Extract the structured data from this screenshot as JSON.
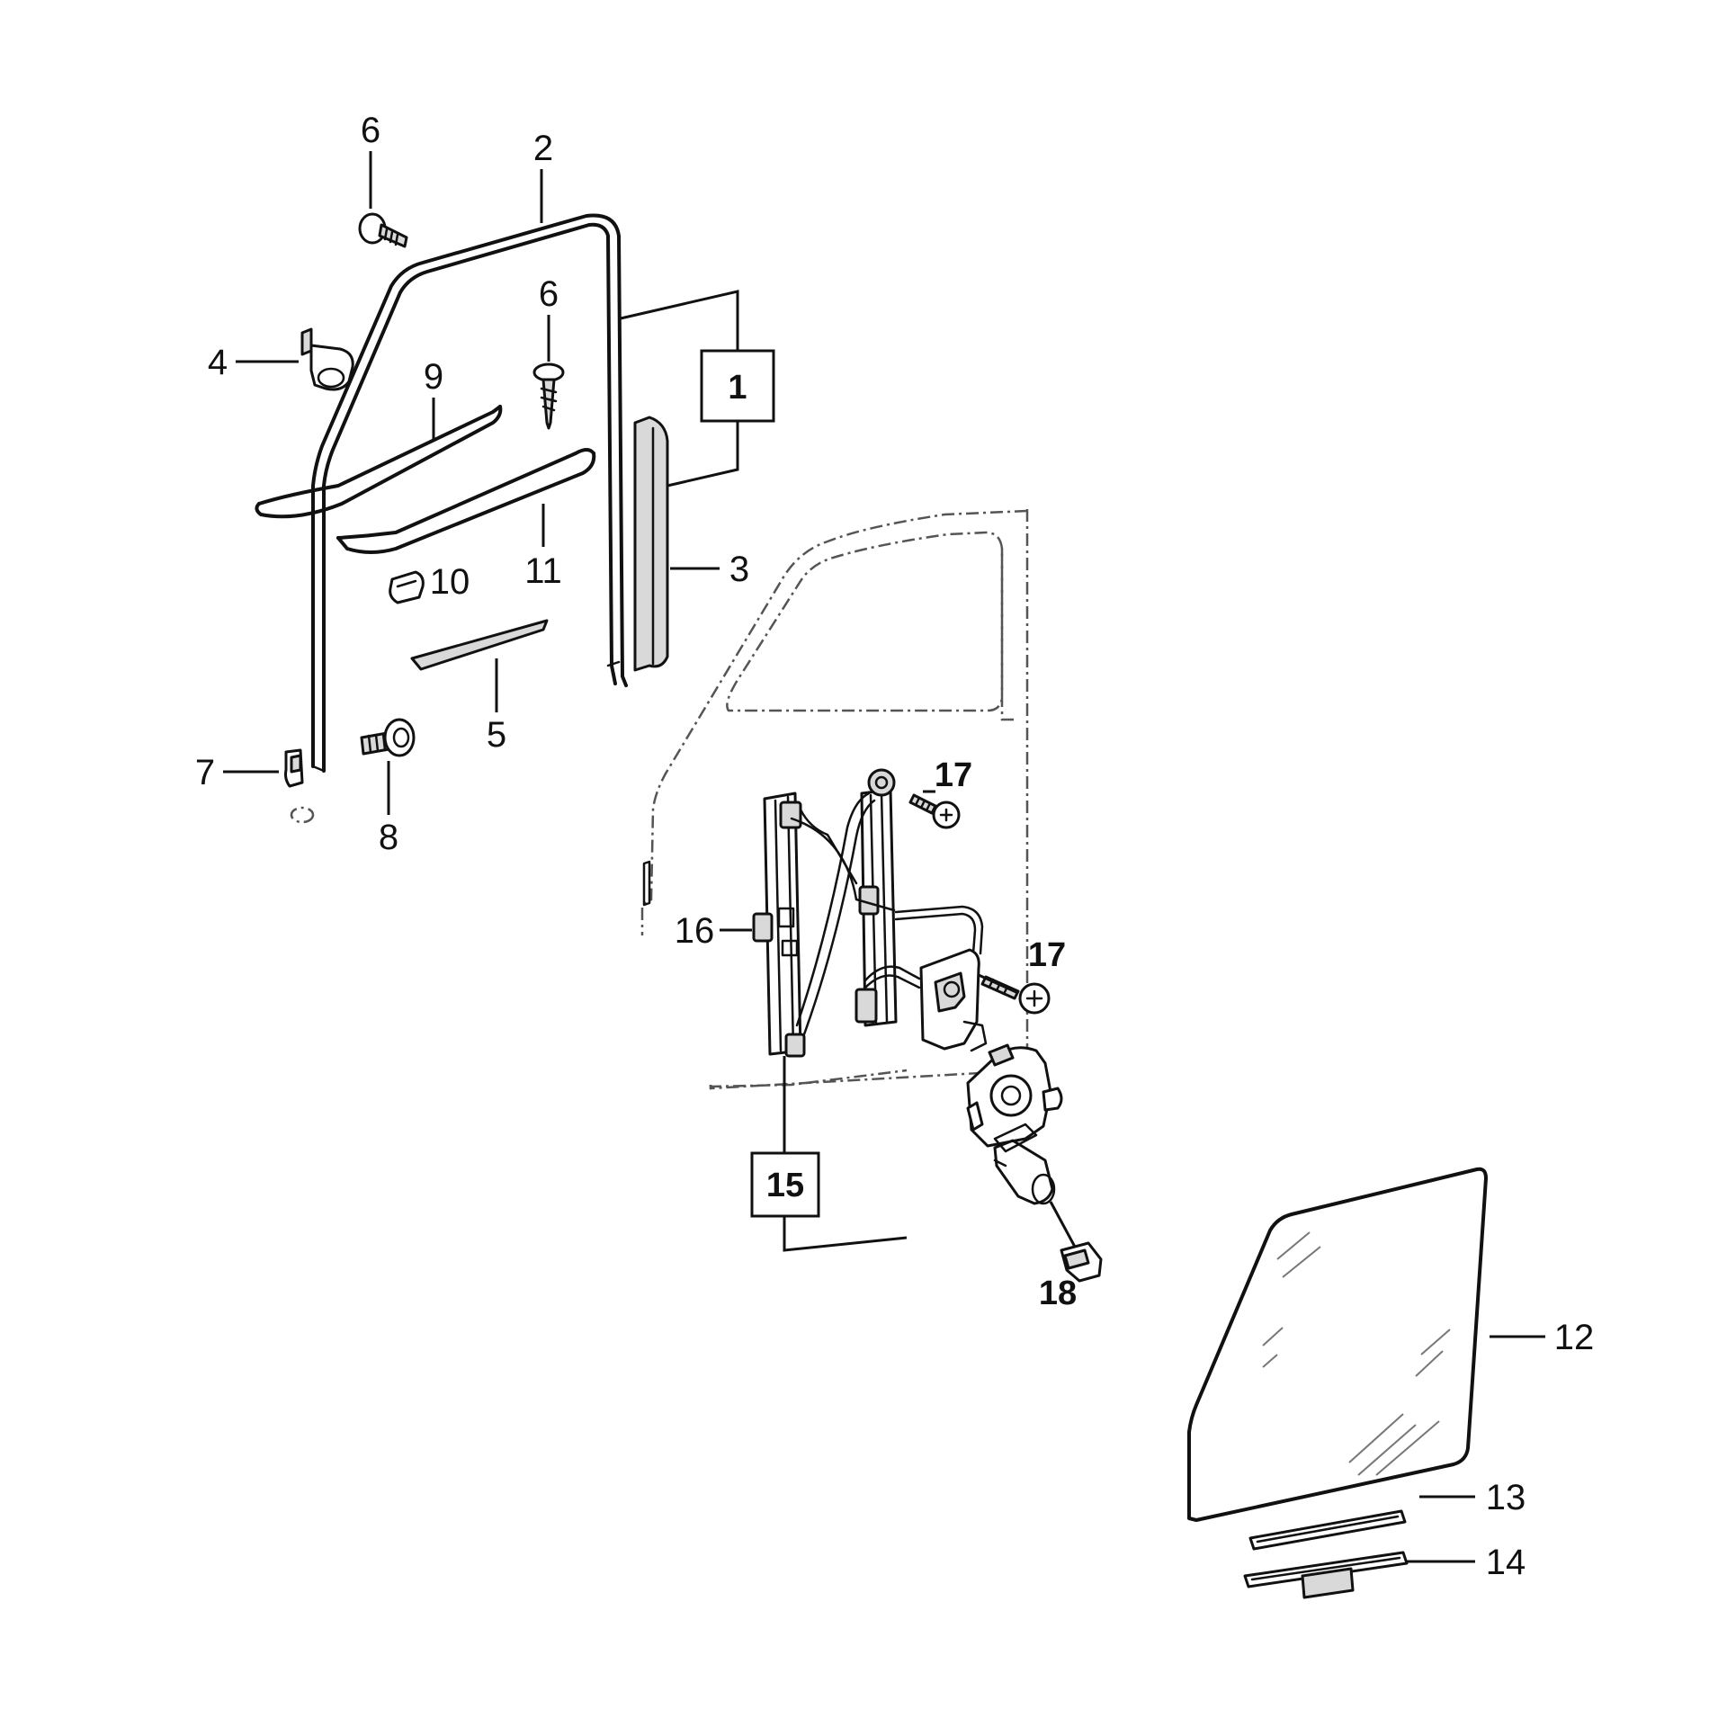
{
  "labels": {
    "p1": "1",
    "p2": "2",
    "p3": "3",
    "p4": "4",
    "p5": "5",
    "p6a": "6",
    "p6b": "6",
    "p7": "7",
    "p8": "8",
    "p9": "9",
    "p10": "10",
    "p11": "11",
    "p12": "12",
    "p13": "13",
    "p14": "14",
    "p15": "15",
    "p16": "16",
    "p17a": "17",
    "p17b": "17",
    "p18": "18"
  },
  "colors": {
    "line": "#111111",
    "background": "#ffffff",
    "phantom": "#555555"
  }
}
